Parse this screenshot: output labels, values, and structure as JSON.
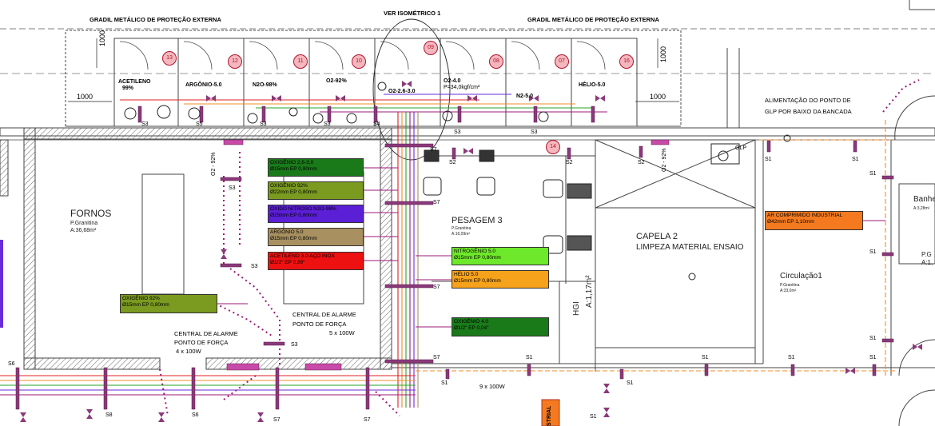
{
  "top_labels": {
    "grid_left": "GRADIL METÁLICO DE PROTEÇÃO EXTERNA",
    "grid_right": "GRADIL METÁLICO DE PROTEÇÃO EXTERNA",
    "isometric": "VER ISOMÉTRICO 1",
    "dim_1000_left": "1000",
    "dim_1000_left_v": "1000",
    "dim_1000_right": "1000",
    "dim_1000_right_v": "1000",
    "glp_note_line1": "ALIMENTAÇÃO DO PONTO DE",
    "glp_note_line2": "GLP POR BAIXO DA BANCADA",
    "glp": "GLP"
  },
  "cylinders": [
    {
      "num": "13",
      "label": "ACETILENO",
      "sub": "99%"
    },
    {
      "num": "12",
      "label": "ARGÔNIO-5.0",
      "sub": ""
    },
    {
      "num": "11",
      "label": "N2O-98%",
      "sub": ""
    },
    {
      "num": "10",
      "label": "O2-92%",
      "sub": ""
    },
    {
      "num": "09",
      "label": "O2-2.6-3.0",
      "sub": ""
    },
    {
      "num": "08",
      "label": "O2-4.0",
      "sub": "P=34,0kgf/cm²"
    },
    {
      "num": "07",
      "label": "N2-5.0",
      "sub": ""
    },
    {
      "num": "16",
      "label": "HÉLIO-5.0",
      "sub": ""
    }
  ],
  "bubble_14": "14",
  "rooms": {
    "fornos": "FORNOS",
    "fornos_sub1": "P.Granitina",
    "fornos_sub2": "A:36,68m²",
    "pesagem": "PESAGEM 3",
    "pesagem_sub1": "P.Granitina",
    "pesagem_sub2": "A:16,09m²",
    "capela": "CAPELA 2",
    "capela_sub": "LIMPEZA MATERIAL ENSAIO",
    "circulacao": "Circulação1",
    "circulacao_sub1": "P.Granitina",
    "circulacao_sub2": "A:33,0m²",
    "hgi": "HGI",
    "hgi_area": "A:1,17m²",
    "banh": "Banhe",
    "banh_sub": "A:3,28m²",
    "right_cut1": "P.G",
    "right_cut2": "A:1,"
  },
  "gas_tags": [
    {
      "id": "oxi26",
      "line1": "OXIGÊNIO 2,6-3,0",
      "line2": "Ø15mm EP 0,80mm",
      "color": "#1a7a1a"
    },
    {
      "id": "oxi92a",
      "line1": "OXIGÊNIO 92%",
      "line2": "Ø22mm EP 0,80mm",
      "color": "#7a9a20"
    },
    {
      "id": "n2o",
      "line1": "ÓXIDO NITROSO N2O-98%",
      "line2": "Ø15mm EP 0,80mm",
      "color": "#5b1fd6"
    },
    {
      "id": "arg",
      "line1": "ARGÔNIO 5.0",
      "line2": "Ø15mm EP 0,80mm",
      "color": "#a89060"
    },
    {
      "id": "acet",
      "line1": "ACETILENO 3.0 AÇO INOX",
      "line2": "Ø1/2\" EP 0,89\"",
      "color": "#ee1111"
    },
    {
      "id": "nitro",
      "line1": "NITROGÊNIO 5.0",
      "line2": "Ø15mm EP 0,80mm",
      "color": "#6ee82a"
    },
    {
      "id": "helio",
      "line1": "HÉLIO 5.0",
      "line2": "Ø15mm EP 0,80mm",
      "color": "#f7a21b"
    },
    {
      "id": "oxi4",
      "line1": "OXIGÊNIO 4.0",
      "line2": "Ø1/2\" EP 0,04\"",
      "color": "#1a7a1a"
    },
    {
      "id": "oxi92b",
      "line1": "OXIGÊNIO 92%",
      "line2": "Ø15mm EP 0,80mm",
      "color": "#7a9a20"
    },
    {
      "id": "arcomp",
      "line1": "AR COMPRIMIDO INDUSTRIAL",
      "line2": "Ø42mm EP 1,10mm",
      "color": "#f57a1f"
    }
  ],
  "alarm_left": {
    "line1": "CENTRAL DE ALARME",
    "line2": "PONTO DE FORÇA",
    "line3": "4 x 100W"
  },
  "alarm_right": {
    "line1": "CENTRAL DE ALARME",
    "line2": "PONTO DE FORÇA",
    "line3": "5 x 100W"
  },
  "small_notes": {
    "nine_x": "9 x 100W",
    "o2_92_a": "O2 - 92%",
    "o2_92_b": "O2 - 92%",
    "bottom_tag": "STRIAL"
  },
  "s_labels": [
    "S1",
    "S2",
    "S3",
    "S4",
    "S5",
    "S6",
    "S7",
    "S8"
  ],
  "colors": {
    "wall_hatch": "#777777",
    "pipe_magenta": "#9c1a7a",
    "pipe_orange": "#f28c28",
    "pipe_green": "#29a329",
    "pipe_red": "#e02020",
    "pipe_purple": "#6a2bd9",
    "bubble": "#f4b7bd"
  }
}
